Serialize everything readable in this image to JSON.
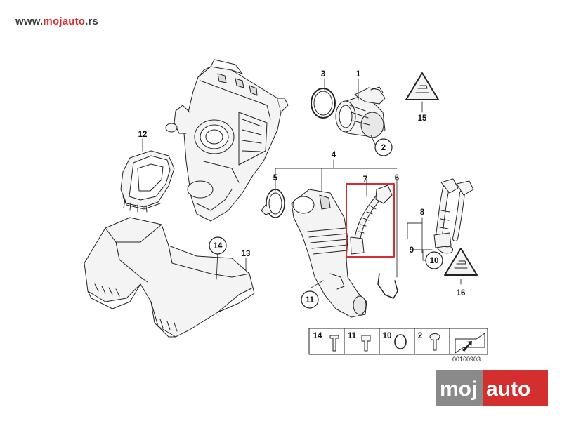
{
  "header": {
    "url_prefix": "www.",
    "url_brand": "mojauto",
    "url_suffix": ".rs"
  },
  "callouts": {
    "c1": "1",
    "c2": "2",
    "c3": "3",
    "c4": "4",
    "c5": "5",
    "c6": "6",
    "c7": "7",
    "c8": "8",
    "c9": "9",
    "c10": "10",
    "c11": "11",
    "c12": "12",
    "c13": "13",
    "c14": "14",
    "c15": "15",
    "c16": "16"
  },
  "legend": {
    "items": [
      "14",
      "11",
      "10",
      "2"
    ],
    "diagram_code": "00160903"
  },
  "watermark": {
    "left": "moj",
    "right": "auto"
  },
  "colors": {
    "accent": "#d32f2f",
    "line": "#222222",
    "part_fill": "#f4f4f4",
    "logo_gray": "#8a8a8a"
  }
}
